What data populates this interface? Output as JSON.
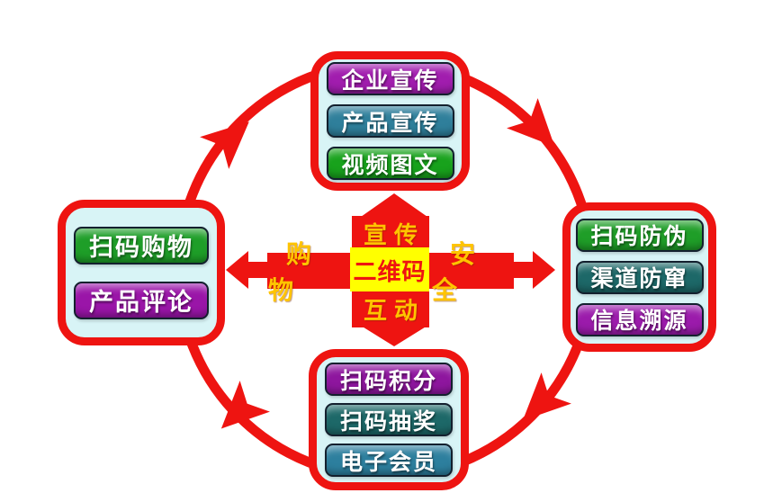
{
  "colors": {
    "red": "#ee1411",
    "yellow": "#ffff00",
    "gold_text": "#ffc400",
    "box_fill": "#d8f4f6",
    "background": "#ffffff"
  },
  "center": {
    "label": "二维码",
    "arms": {
      "top": "宣传",
      "right": "安全",
      "bottom": "互动",
      "left": "购物"
    }
  },
  "groups": {
    "top": {
      "items": [
        {
          "label": "企业宣传",
          "color": "#a11dae"
        },
        {
          "label": "产品宣传",
          "color": "#2f7f9b"
        },
        {
          "label": "视频图文",
          "color": "#18a21c"
        }
      ]
    },
    "right": {
      "items": [
        {
          "label": "扫码防伪",
          "color": "#1f9e28"
        },
        {
          "label": "渠道防窜",
          "color": "#1d6868"
        },
        {
          "label": "信息溯源",
          "color": "#9b1bab"
        }
      ]
    },
    "bottom": {
      "items": [
        {
          "label": "扫码积分",
          "color": "#8e169e"
        },
        {
          "label": "扫码抽奖",
          "color": "#1d6868"
        },
        {
          "label": "电子会员",
          "color": "#2d7f9e"
        }
      ]
    },
    "left": {
      "items": [
        {
          "label": "扫码购物",
          "color": "#1e9e28"
        },
        {
          "label": "产品评论",
          "color": "#9a15a8"
        }
      ]
    }
  },
  "ring": {
    "shape": "circle",
    "direction": "clockwise",
    "arrowheads": 4,
    "color": "#ee1411"
  }
}
